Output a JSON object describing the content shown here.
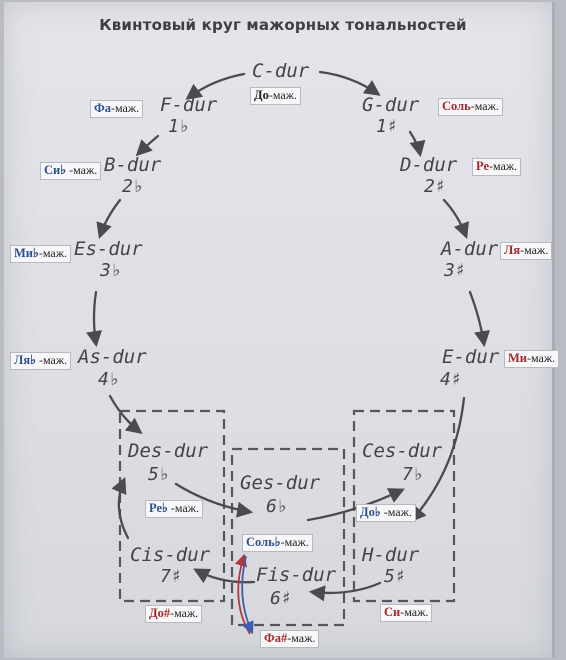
{
  "title": "Квинтовый круг мажорных тональностей",
  "colors": {
    "blue_label": "#2e4f8e",
    "red_label": "#a12a2a",
    "ink": "#4a4a50",
    "arrow_red": "#b23a3a",
    "arrow_blue": "#3a5fae"
  },
  "keys": {
    "c": {
      "name": "C-dur",
      "sig": "",
      "ru_name": "До",
      "ru_suffix": "-маж."
    },
    "g": {
      "name": "G-dur",
      "sig": "1♯",
      "ru_name": "Соль",
      "ru_suffix": "-маж."
    },
    "d": {
      "name": "D-dur",
      "sig": "2♯",
      "ru_name": "Ре",
      "ru_suffix": "-маж."
    },
    "a": {
      "name": "A-dur",
      "sig": "3♯",
      "ru_name": "Ля",
      "ru_suffix": "-маж."
    },
    "e": {
      "name": "E-dur",
      "sig": "4♯",
      "ru_name": "Ми",
      "ru_suffix": "-маж."
    },
    "h": {
      "name": "H-dur",
      "sig": "5♯",
      "ru_name": "Си",
      "ru_suffix": "-маж."
    },
    "fis": {
      "name": "Fis-dur",
      "sig": "6♯",
      "ru_name": "Фа#",
      "ru_suffix": "-маж."
    },
    "cis": {
      "name": "Cis-dur",
      "sig": "7♯",
      "ru_name": "До#",
      "ru_suffix": "-маж."
    },
    "f": {
      "name": "F-dur",
      "sig": "1♭",
      "ru_name": "Фа",
      "ru_suffix": "-маж."
    },
    "b": {
      "name": "B-dur",
      "sig": "2♭",
      "ru_name": "Си♭",
      "ru_suffix": " -маж."
    },
    "es": {
      "name": "Es-dur",
      "sig": "3♭",
      "ru_name": "Ми♭",
      "ru_suffix": "-маж."
    },
    "as": {
      "name": "As-dur",
      "sig": "4♭",
      "ru_name": "Ля♭",
      "ru_suffix": " -маж."
    },
    "des": {
      "name": "Des-dur",
      "sig": "5♭",
      "ru_name": "Ре♭",
      "ru_suffix": " -маж."
    },
    "ges": {
      "name": "Ges-dur",
      "sig": "6♭",
      "ru_name": "Соль♭",
      "ru_suffix": "-маж."
    },
    "ces": {
      "name": "Ces-dur",
      "sig": "7♭",
      "ru_name": "До♭",
      "ru_suffix": " -маж."
    }
  }
}
